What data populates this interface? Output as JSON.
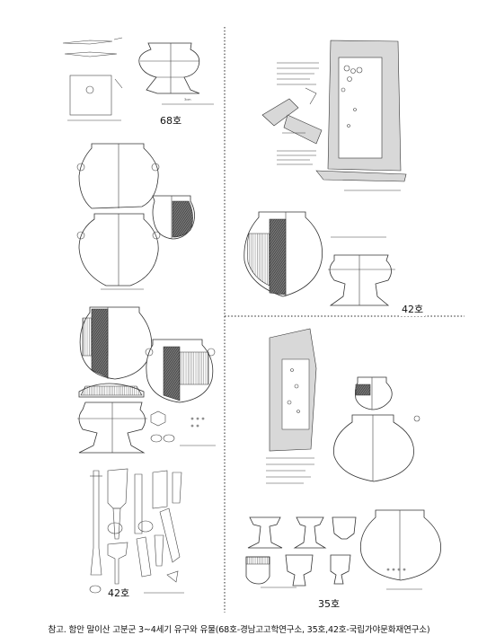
{
  "labels": {
    "tomb_68": "68호",
    "tomb_42": "42호",
    "tomb_35": "35호"
  },
  "caption": "참고. 함안 말이산 고분군 3~4세기 유구와 유물(68호-경남고고학연구소, 35호,42호-국립가야문화재연구소)"
}
